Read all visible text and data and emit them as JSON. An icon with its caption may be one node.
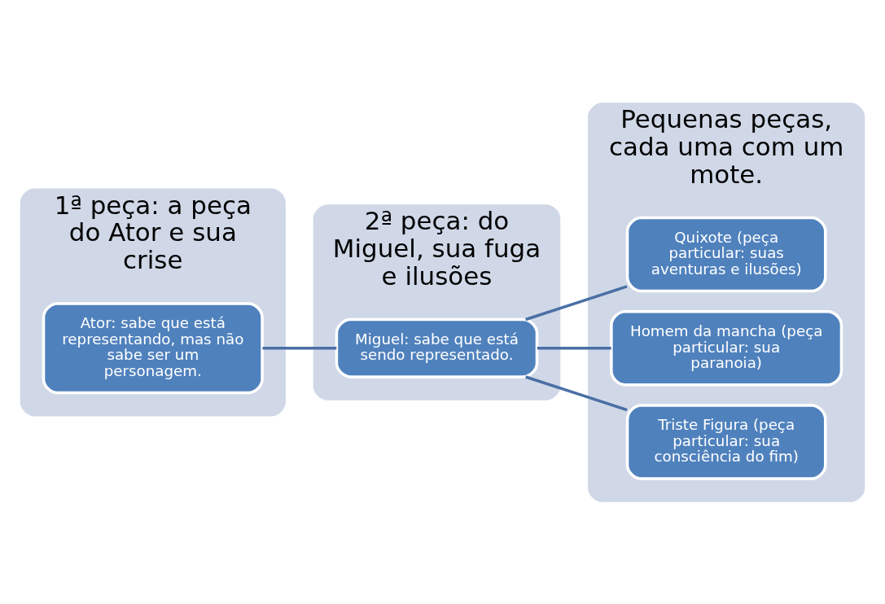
{
  "diagram": {
    "nodes": [
      {
        "text": [
          "1ª peça: a peça do Ator e sua crise"
        ]
      },
      {
        "text": [
          "Ator: sabe que está representando, mas não sabe ser um personagem."
        ],
        "in": 0
      },
      {
        "text": [
          "2ª peça: do Miguel, sua fuga e ilusões"
        ]
      },
      {
        "text": [
          "Miguel: sabe que está sendo representado."
        ],
        "in": 2
      },
      {
        "text": [
          "Pequenas peças, cada uma com um mote."
        ]
      },
      {
        "text": [
          "Quixote (peça particular: suas aventuras e ilusões)"
        ],
        "in": 4
      },
      {
        "text": [
          "Homem da mancha (peça particular: sua paranoia)"
        ],
        "in": 4
      },
      {
        "text": [
          "Triste Figura (peça particular: sua consciência do fim)"
        ],
        "in": 4
      }
    ],
    "edges": [
      {
        "from": 1,
        "to": 3,
        "arrow": "none"
      },
      {
        "from": 3,
        "to": 5,
        "arrow": "none"
      },
      {
        "from": 3,
        "to": 6,
        "arrow": "none"
      },
      {
        "from": 3,
        "to": 7,
        "arrow": "none"
      }
    ]
  }
}
